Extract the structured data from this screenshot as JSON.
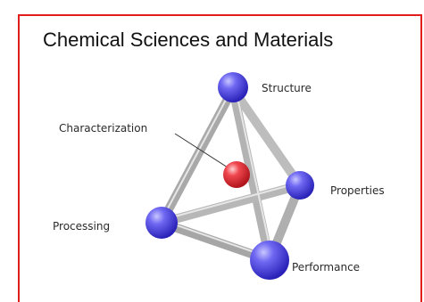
{
  "title": "Chemical Sciences and Materials",
  "nodes": {
    "structure": "Structure",
    "characterization": "Characterization",
    "properties": "Properties",
    "processing": "Processing",
    "performance": "Performance"
  },
  "colors": {
    "frame": "#e21d1d",
    "sphere": "#5a52e6",
    "center_sphere": "#e8303a",
    "rod": "#b8b8b8"
  }
}
